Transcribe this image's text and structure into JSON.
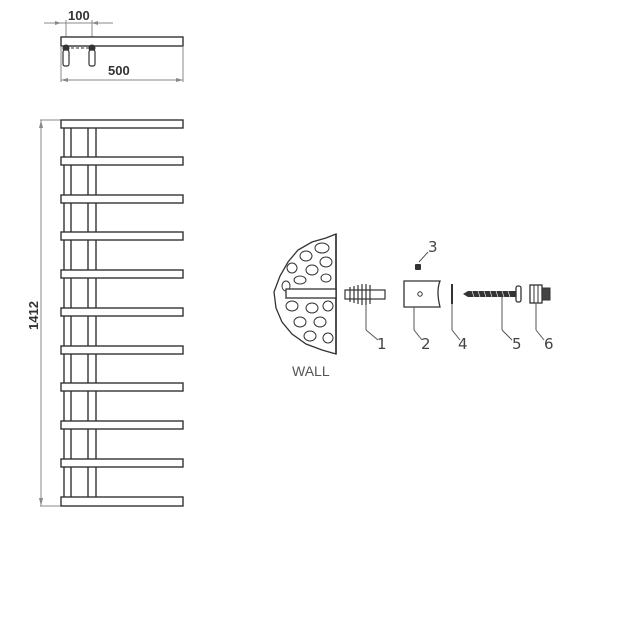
{
  "drawing": {
    "top_view": {
      "dim_bracket_spacing": "100",
      "dim_width": "500"
    },
    "front_view": {
      "dim_height": "1412",
      "bar_count": 11,
      "bars_y": [
        120,
        157,
        195,
        232,
        270,
        308,
        346,
        383,
        421,
        459,
        497
      ]
    },
    "fixing_kit": {
      "wall_label": "WALL",
      "parts": [
        {
          "number": "1",
          "name": "wall plug"
        },
        {
          "number": "2",
          "name": "bracket block"
        },
        {
          "number": "3",
          "name": "grub screw"
        },
        {
          "number": "4",
          "name": "washer"
        },
        {
          "number": "5",
          "name": "screw"
        },
        {
          "number": "6",
          "name": "cap nut"
        }
      ]
    },
    "colors": {
      "line": "#333333",
      "dim_line": "#888888",
      "background": "#ffffff"
    }
  }
}
